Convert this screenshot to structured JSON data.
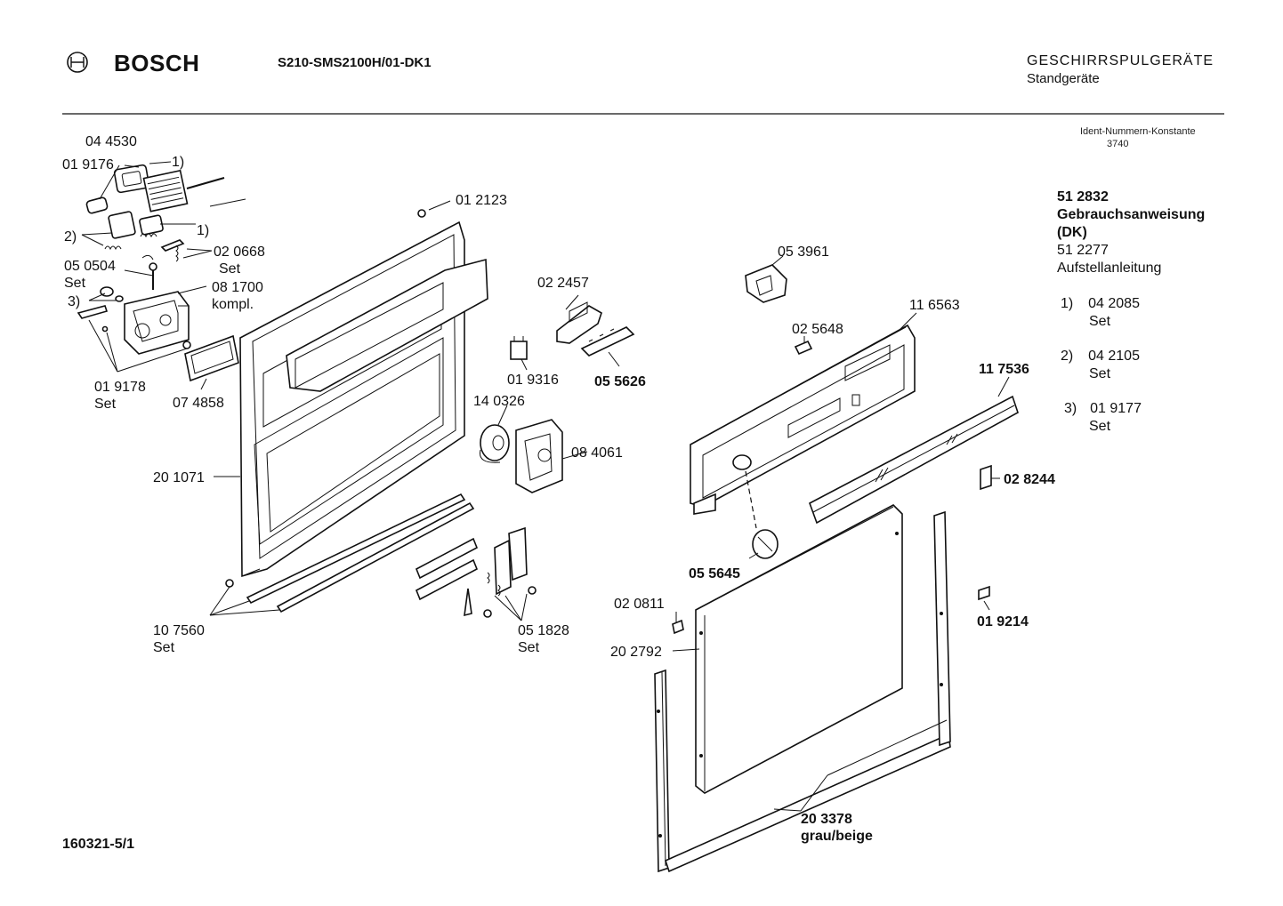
{
  "header": {
    "brand": "BOSCH",
    "model": "S210-SMS2100H/01-DK1",
    "category": "GESCHIRRSPULGERÄTE",
    "subcategory": "Standgeräte",
    "ident_label": "Ident-Nummern-Konstante",
    "ident_value": "3740"
  },
  "notes": {
    "manual_number": "51 2832",
    "manual_title": "Gebrauchsanweisung",
    "manual_lang": "(DK)",
    "install_number": "51 2277",
    "install_title": "Aufstellanleitung",
    "footnotes": [
      {
        "marker": "1)",
        "number": "04 2085",
        "suffix": "Set"
      },
      {
        "marker": "2)",
        "number": "04 2105",
        "suffix": "Set"
      },
      {
        "marker": "3)",
        "number": "01 9177",
        "suffix": "Set"
      }
    ]
  },
  "labels": {
    "p044530": "04 4530",
    "p019176": "01 9176",
    "fn1a": "1)",
    "fn1b": "1)",
    "fn2": "2)",
    "fn3": "3)",
    "p020668": "02 0668",
    "set020668": "Set",
    "p050504": "05 0504",
    "set050504": "Set",
    "p081700": "08 1700",
    "kompl": "kompl.",
    "p019178": "01 9178",
    "set019178": "Set",
    "p074858": "07 4858",
    "p012123": "01 2123",
    "p201071": "20 1071",
    "p022457": "02 2457",
    "p055626": "05 5626",
    "p019316": "01 9316",
    "p140326": "14 0326",
    "p084061": "08 4061",
    "p107560": "10 7560",
    "set107560": "Set",
    "p051828": "05 1828",
    "set051828": "Set",
    "p053961": "05 3961",
    "p025648": "02 5648",
    "p116563": "11 6563",
    "p117536": "11 7536",
    "p028244": "02 8244",
    "p055645": "05 5645",
    "p020811": "02 0811",
    "p202792": "20 2792",
    "p019214": "01 9214",
    "p203378": "20 3378",
    "grau": "grau/beige"
  },
  "footer": {
    "drawing_number": "160321-5/1"
  }
}
